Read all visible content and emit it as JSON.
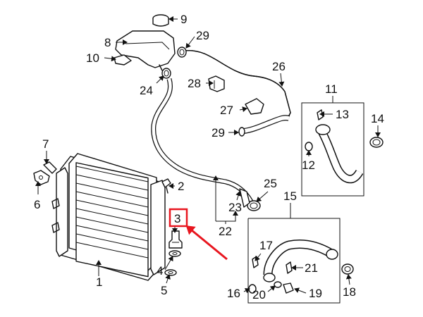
{
  "callouts": {
    "c1": "1",
    "c2": "2",
    "c3": "3",
    "c4": "4",
    "c5": "5",
    "c6": "6",
    "c7": "7",
    "c8": "8",
    "c9": "9",
    "c10": "10",
    "c11": "11",
    "c12": "12",
    "c13": "13",
    "c14": "14",
    "c15": "15",
    "c16": "16",
    "c17": "17",
    "c18": "18",
    "c19": "19",
    "c20": "20",
    "c21": "21",
    "c22": "22",
    "c23": "23",
    "c24": "24",
    "c25": "25",
    "c26": "26",
    "c27": "27",
    "c28": "28",
    "c29a": "29",
    "c29b": "29"
  },
  "highlight": {
    "part": "3",
    "color": "#e8161f"
  },
  "colors": {
    "ink": "#111111",
    "background": "#ffffff",
    "accent": "#e8161f"
  }
}
